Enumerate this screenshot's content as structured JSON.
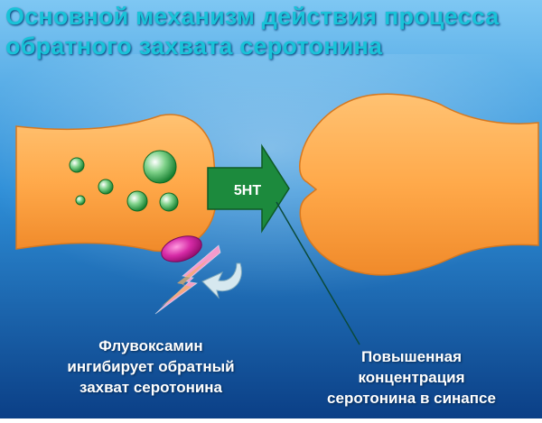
{
  "title": {
    "line1": "Основной механизм действия процесса",
    "line2": "обратного захвата серотонина"
  },
  "arrow": {
    "label": "5HT"
  },
  "captions": {
    "left": [
      "Флувоксамин",
      "ингибирует обратный",
      "захват серотонина"
    ],
    "right": [
      "Повышенная",
      "концентрация",
      "серотонина в синапсе"
    ]
  },
  "colors": {
    "background_top": "#7ec7f3",
    "background_bottom": "#0b3f86",
    "title": "#19c3d8",
    "neuron": "#ffa94a",
    "neuron_outline": "#d6781f",
    "vesicle": "#1e9a3a",
    "arrow": "#1c8a3d",
    "transporter": "#c8189a",
    "caption": "#ffffff"
  },
  "icons": {
    "vesicles": "serotonin-vesicle-icon",
    "transporter": "reuptake-transporter-icon",
    "lightning": "inhibition-lightning-icon",
    "curved_arrow": "reuptake-curved-arrow-icon",
    "arrow": "serotonin-release-arrow-icon"
  }
}
